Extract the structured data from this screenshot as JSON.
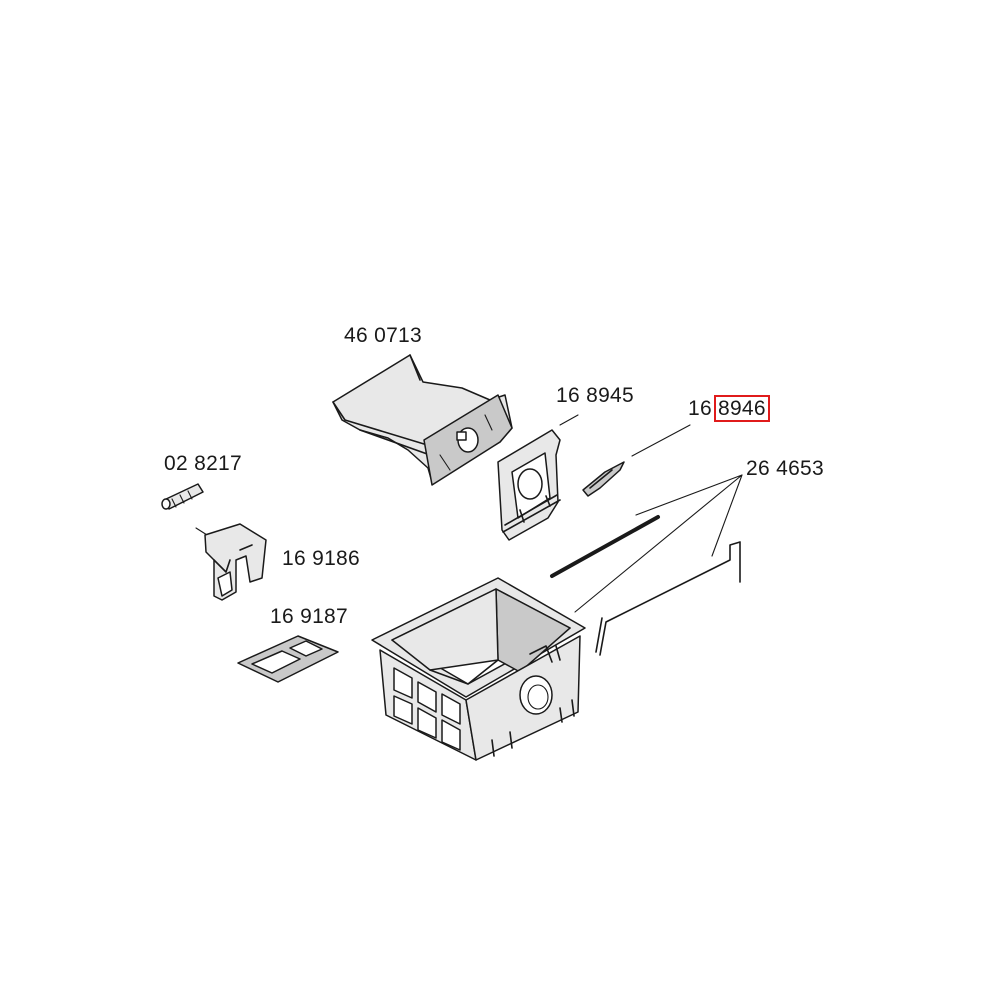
{
  "diagram": {
    "labels": {
      "part_460713": "46 0713",
      "part_168945": "16 8945",
      "part_168946_prefix": "16",
      "part_168946_suffix": "8946",
      "part_028217": "02 8217",
      "part_264653": "26 4653",
      "part_169186": "16 9186",
      "part_169187": "16 9187"
    },
    "highlight_color": "#e01b1b"
  }
}
